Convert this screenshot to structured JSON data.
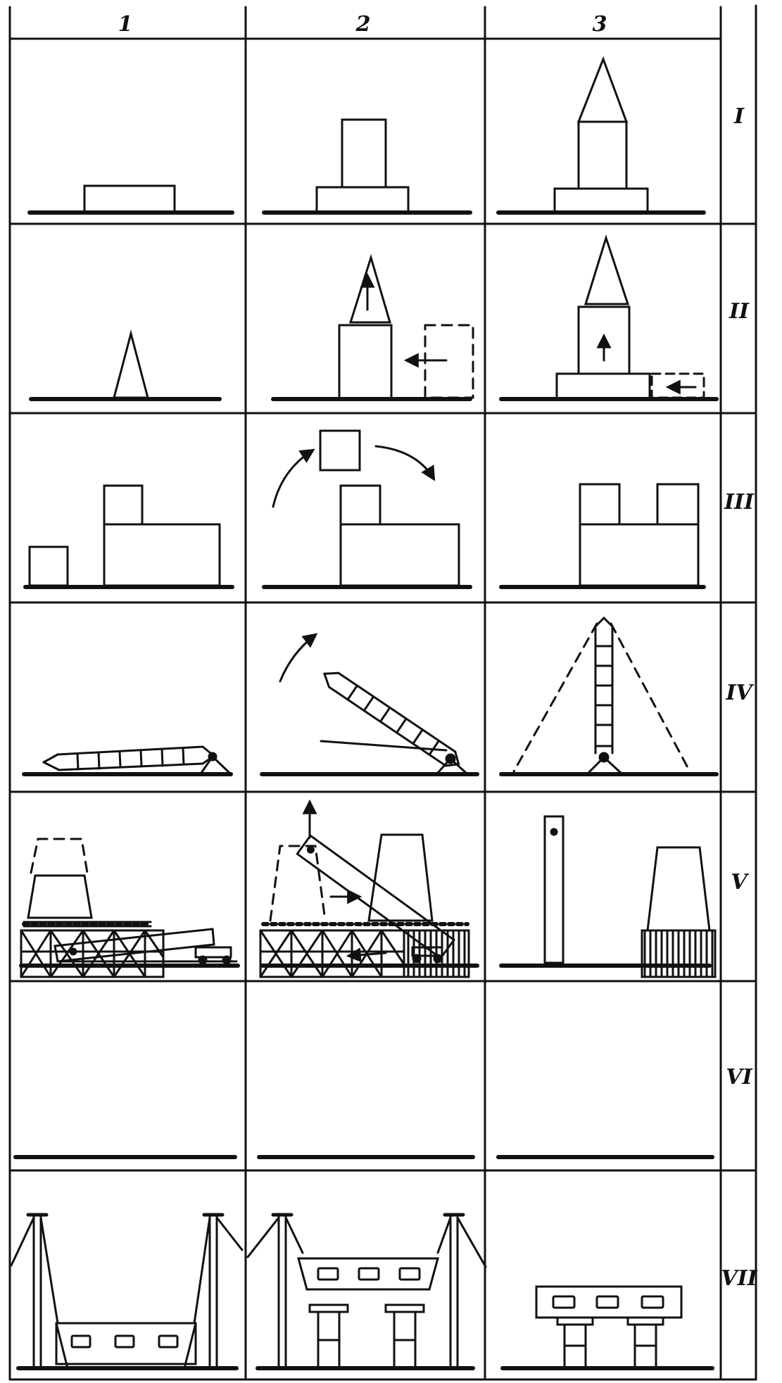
{
  "table": {
    "columns": [
      "1",
      "2",
      "3"
    ],
    "rows": [
      "I",
      "II",
      "III",
      "IV",
      "V",
      "VI",
      "VII"
    ]
  }
}
